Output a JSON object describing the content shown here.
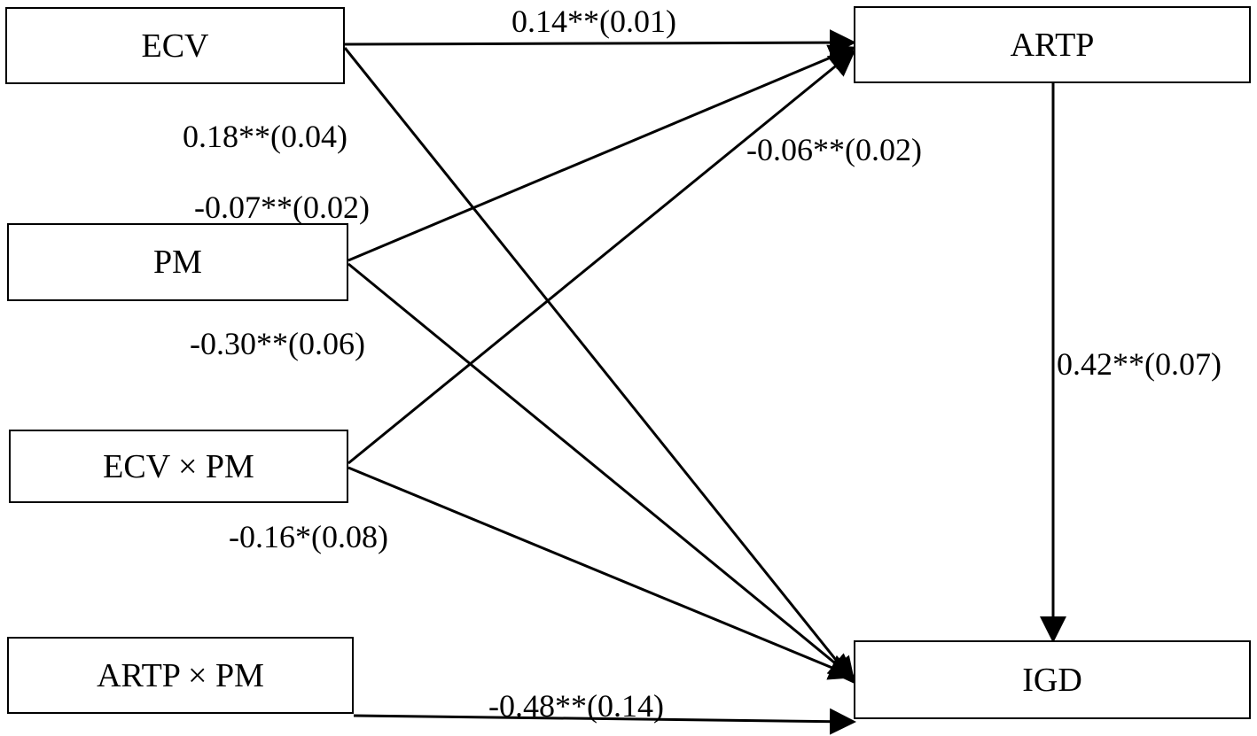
{
  "nodes": {
    "ecv": "ECV",
    "pm": "PM",
    "ecv_x_pm": "ECV × PM",
    "artp_x_pm": "ARTP × PM",
    "artp": "ARTP",
    "igd": "IGD"
  },
  "paths": {
    "ecv_artp": "0.14**(0.01)",
    "ecv_igd": "0.18**(0.04)",
    "pm_artp": "-0.07**(0.02)",
    "pm_igd": "-0.30**(0.06)",
    "ecvpm_artp": "-0.06**(0.02)",
    "ecvpm_igd": "-0.16*(0.08)",
    "artp_igd": "0.42**(0.07)",
    "artppm_igd": "-0.48**(0.14)"
  }
}
